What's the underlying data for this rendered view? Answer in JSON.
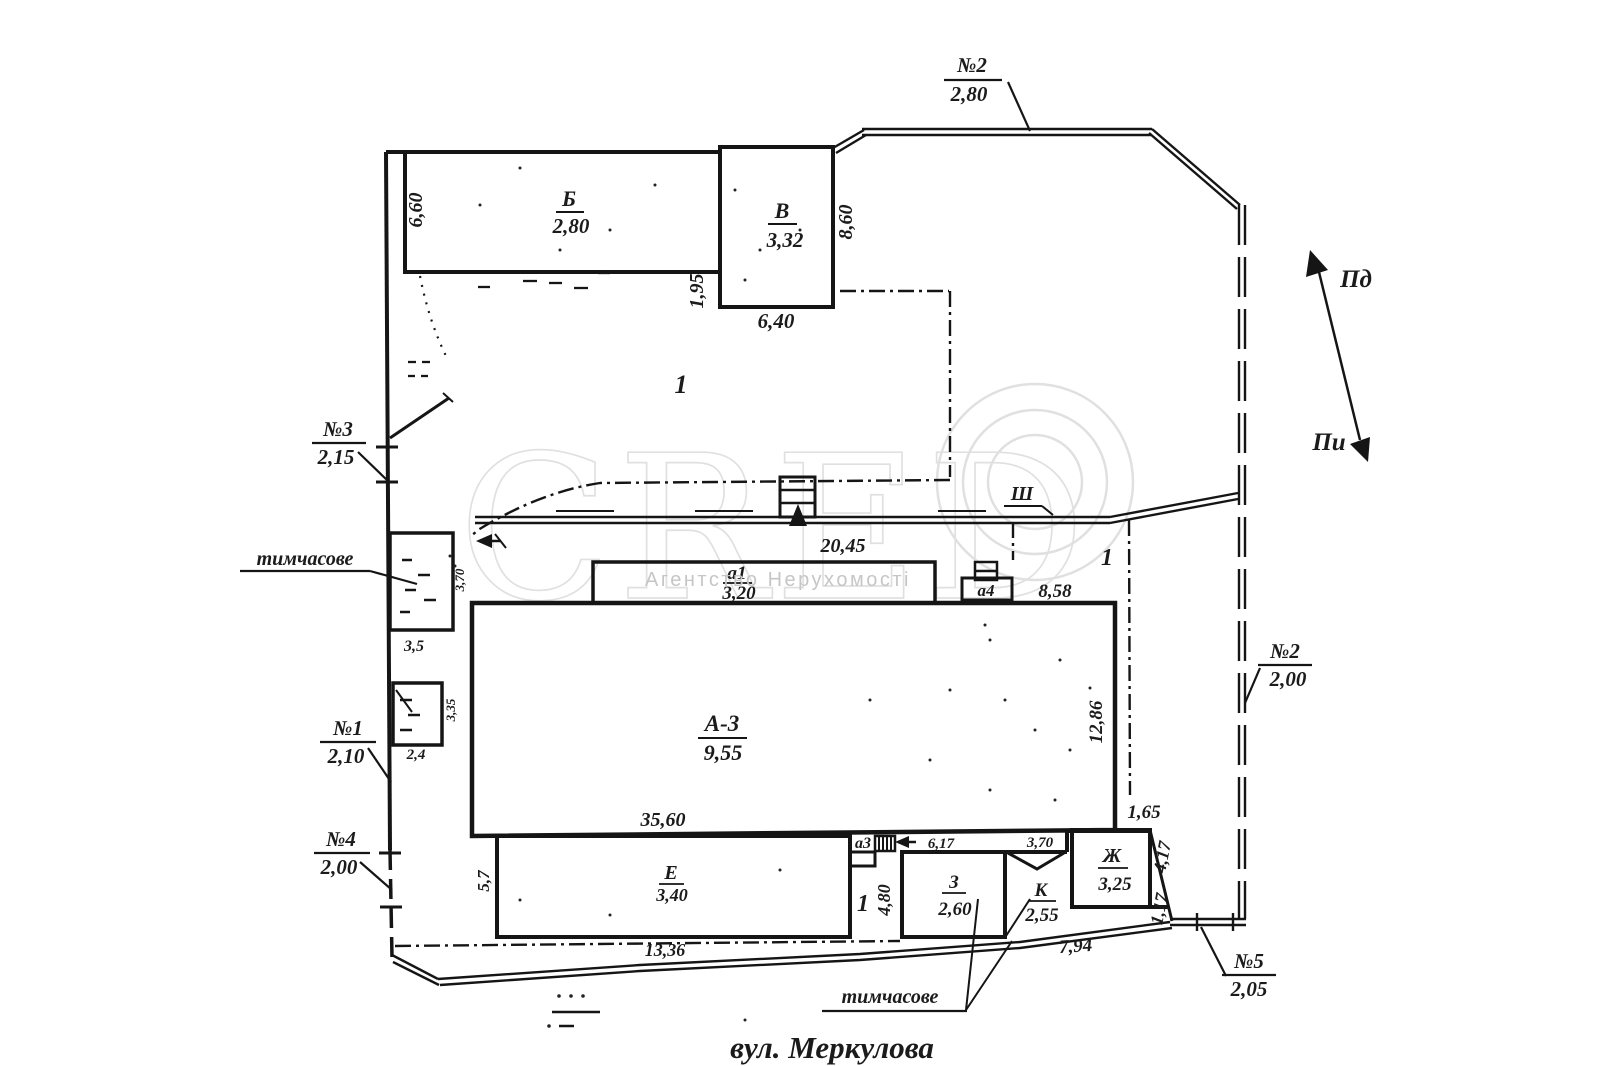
{
  "plan": {
    "street_title": "вул. Меркулова",
    "parcel_label": "1"
  },
  "watermark": {
    "letters": "CRED",
    "subtitle": "Агентство Нерухомості"
  },
  "compass": {
    "south_label": "Пд",
    "north_label": "Пи"
  },
  "markers": [
    {
      "name": "№2",
      "value": "2,80"
    },
    {
      "name": "№3",
      "value": "2,15"
    },
    {
      "name": "№1",
      "value": "2,10"
    },
    {
      "name": "№4",
      "value": "2,00"
    },
    {
      "name": "№2",
      "value": "2,00"
    },
    {
      "name": "№5",
      "value": "2,05"
    }
  ],
  "buildings": {
    "b": {
      "letter": "Б",
      "height": "2,80"
    },
    "v": {
      "letter": "В",
      "height": "3,32"
    },
    "a3": {
      "letter": "А-3",
      "height": "9,55"
    },
    "a1": {
      "letter": "а1",
      "height": "3,20"
    },
    "a4": {
      "letter": "а4"
    },
    "a3s": {
      "letter": "а3"
    },
    "e": {
      "letter": "Е",
      "height": "3,40"
    },
    "zh": {
      "letter": "Ж",
      "height": "3,25"
    },
    "z": {
      "letter": "З",
      "height": "2,60"
    },
    "k": {
      "letter": "К",
      "height": "2,55"
    },
    "sh": {
      "letter": "Ш"
    }
  },
  "dimensions": {
    "b_side": "6,60",
    "v_left": "1,95",
    "v_bottom": "6,40",
    "v_right": "8,60",
    "street_top": "20,45",
    "street_top2": "8,58",
    "a3_bottom": "35,60",
    "a3_right": "12,86",
    "gap_right": "1,65",
    "slant_upper": "4,17",
    "slant_lower": "1,17",
    "z_left": "4,80",
    "band_1": "6,17",
    "band_2": "3,70",
    "bottom_right": "7,94",
    "e_bottom": "13,36",
    "e_left": "5,7",
    "shed1_bottom": "3,5",
    "shed2_bottom": "2,4",
    "shed1_right": "3,70",
    "shed2_right": "3,35"
  },
  "annotations": {
    "temporary_left": "тимчасове",
    "temporary_bottom": "тимчасове"
  }
}
